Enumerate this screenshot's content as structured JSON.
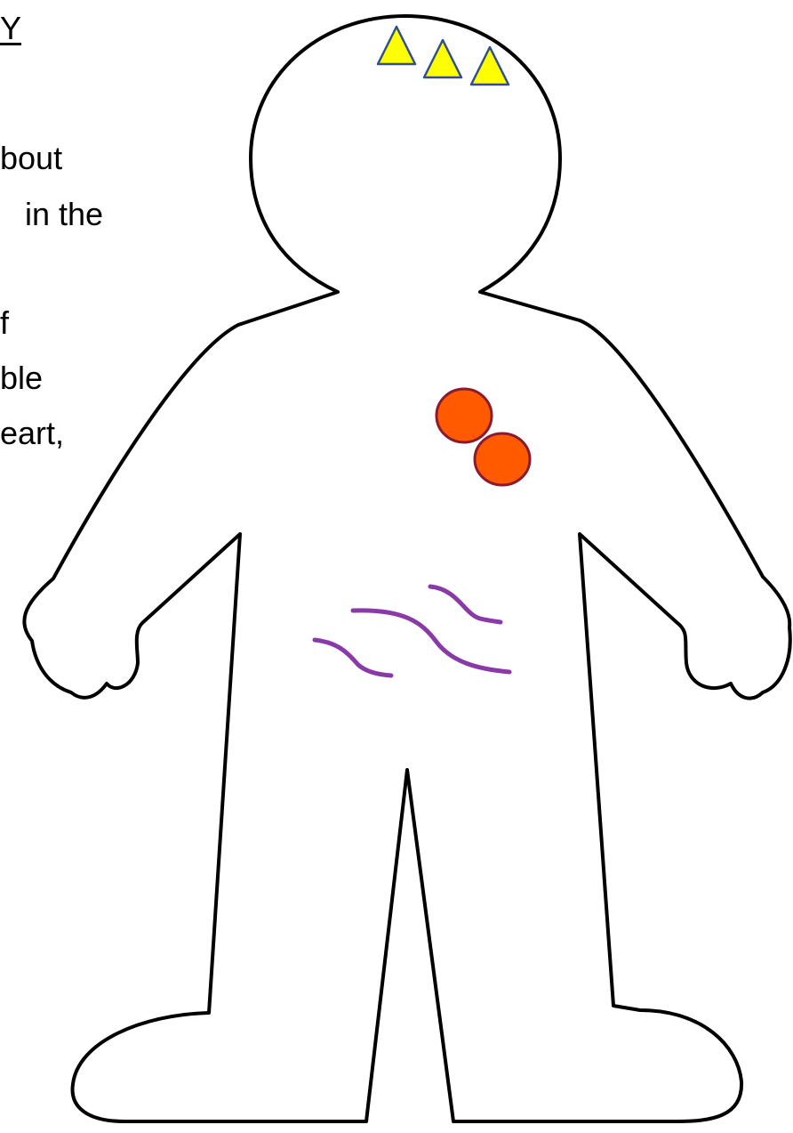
{
  "text_fragments": [
    "Y",
    "bout",
    " in the",
    "f",
    "ble",
    "eart,"
  ],
  "colors": {
    "outline": "#000000",
    "brain_marker_fill": "#ffff00",
    "brain_marker_stroke": "#2f4f8f",
    "heart_marker_fill": "#ff5a00",
    "heart_marker_stroke": "#8b1a2c",
    "gut_marker_stroke": "#8a3aa8"
  },
  "markers": {
    "head_triangle_count": 3,
    "chest_circle_count": 2,
    "belly_squiggle_count": 3
  }
}
